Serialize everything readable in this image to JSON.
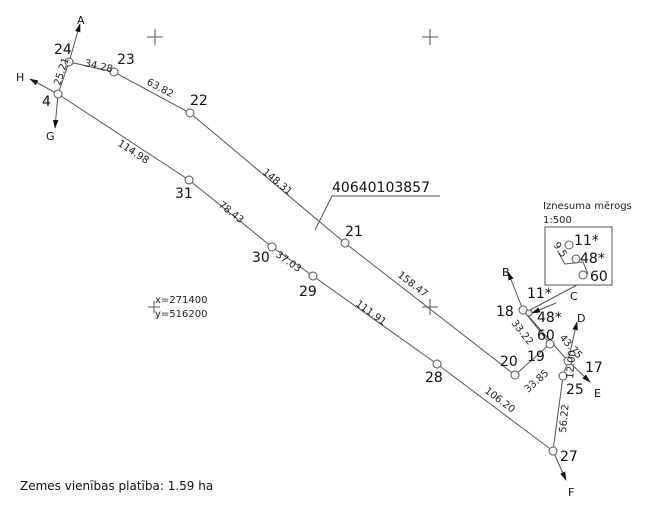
{
  "parcel_id": "40640103857",
  "area_text": "Zemes vienības platība: 1.59 ha",
  "coords": {
    "x": "x=271400",
    "y": "y=516200"
  },
  "inset": {
    "title": "Iznesuma mērogs",
    "scale": "1:500",
    "dim": "9.5",
    "points": [
      "11*",
      "48*",
      "60"
    ]
  },
  "points": {
    "p24": "24",
    "p4": "4",
    "p23": "23",
    "p22": "22",
    "p21": "21",
    "p20": "20",
    "p19": "19",
    "p18": "18",
    "p11": "11*",
    "p48": "48*",
    "p60": "60",
    "p17": "17",
    "p25": "25",
    "p27": "27",
    "p28": "28",
    "p29": "29",
    "p30": "30",
    "p31": "31"
  },
  "dims": {
    "d24_4": "25.21",
    "d24_23": "34.28",
    "d23_22": "63.82",
    "d22_21": "148.31",
    "d21_20": "158.47",
    "d20_19": "33.85",
    "d19_18": "33.22",
    "d18_17": "43.75",
    "d17_25": "12.00",
    "d25_27": "56.22",
    "d27_28": "106.20",
    "d28_29": "111.91",
    "d29_30": "37.03",
    "d30_31": "78.43",
    "d31_4": "114.98"
  },
  "directions": {
    "A": "A",
    "B": "B",
    "C": "C",
    "D": "D",
    "E": "E",
    "F": "F",
    "G": "G",
    "H": "H"
  }
}
